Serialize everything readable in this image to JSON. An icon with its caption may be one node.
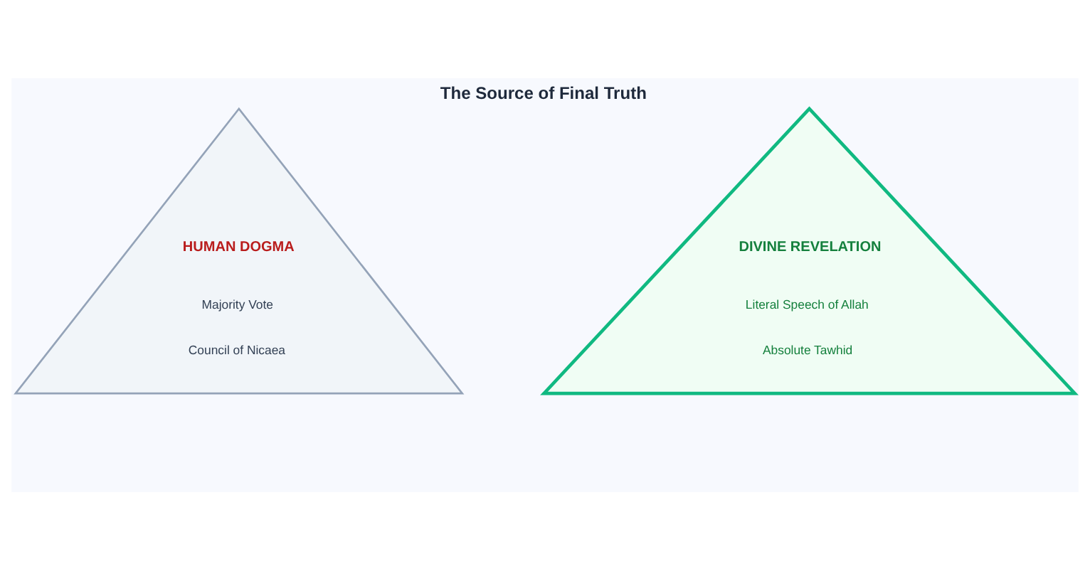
{
  "diagram": {
    "title": "The Source of Final Truth",
    "nodes": [
      {
        "text": [
          "HUMAN DOGMA",
          "Majority Vote",
          "Council of Nicaea"
        ]
      },
      {
        "text": [
          "DIVINE REVELATION",
          "Literal Speech of Allah",
          "Absolute Tawhid"
        ]
      }
    ]
  }
}
